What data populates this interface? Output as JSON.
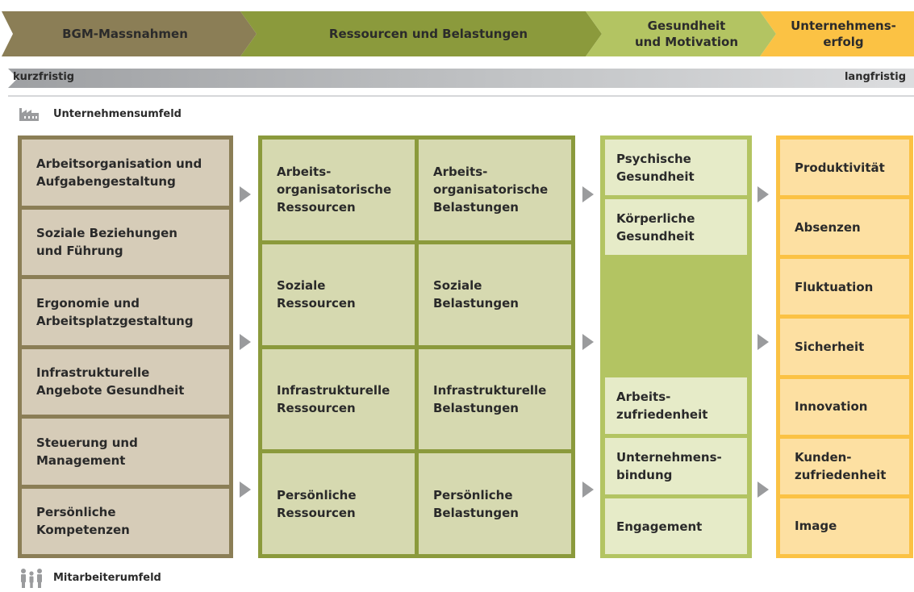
{
  "header": {
    "stages": [
      {
        "label": "BGM-Massnahmen",
        "color": "#8b7e56"
      },
      {
        "label": "Ressourcen und Belastungen",
        "color": "#8b9a3c"
      },
      {
        "label": "Gesundheit\nund Motivation",
        "color": "#b3c462"
      },
      {
        "label": "Unternehmens-\nerfolg",
        "color": "#fbc244"
      }
    ]
  },
  "timeline": {
    "start": "kurzfristig",
    "end": "langfristig"
  },
  "environment": {
    "top_label": "Unternehmensumfeld",
    "top_icon": "factory-icon",
    "bottom_label": "Mitarbeiterumfeld",
    "bottom_icon": "people-icon"
  },
  "columns": {
    "measures": [
      "Arbeitsorganisation und\nAufgabengestaltung",
      "Soziale Beziehungen\nund Führung",
      "Ergonomie und\nArbeitsplatzgestaltung",
      "Infrastrukturelle\nAngebote Gesundheit",
      "Steuerung und\nManagement",
      "Persönliche\nKompetenzen"
    ],
    "resources": [
      "Arbeits-\norganisatorische\nRessourcen",
      "Soziale\nRessourcen",
      "Infrastrukturelle\nRessourcen",
      "Persönliche\nRessourcen"
    ],
    "burdens": [
      "Arbeits-\norganisatorische\nBelastungen",
      "Soziale\nBelastungen",
      "Infrastrukturelle\nBelastungen",
      "Persönliche\nBelastungen"
    ],
    "health": [
      "Psychische\nGesundheit",
      "Körperliche\nGesundheit",
      "Arbeits-\nzufriedenheit",
      "Unternehmens-\nbindung",
      "Engagement"
    ],
    "success": [
      "Produktivität",
      "Absenzen",
      "Fluktuation",
      "Sicherheit",
      "Innovation",
      "Kunden-\nzufriedenheit",
      "Image"
    ]
  },
  "colors": {
    "brown": "#8b7e56",
    "olive": "#8b9a3c",
    "lightgreen": "#b3c462",
    "yellow": "#fbc244",
    "arrow": "#9a9b9d"
  }
}
